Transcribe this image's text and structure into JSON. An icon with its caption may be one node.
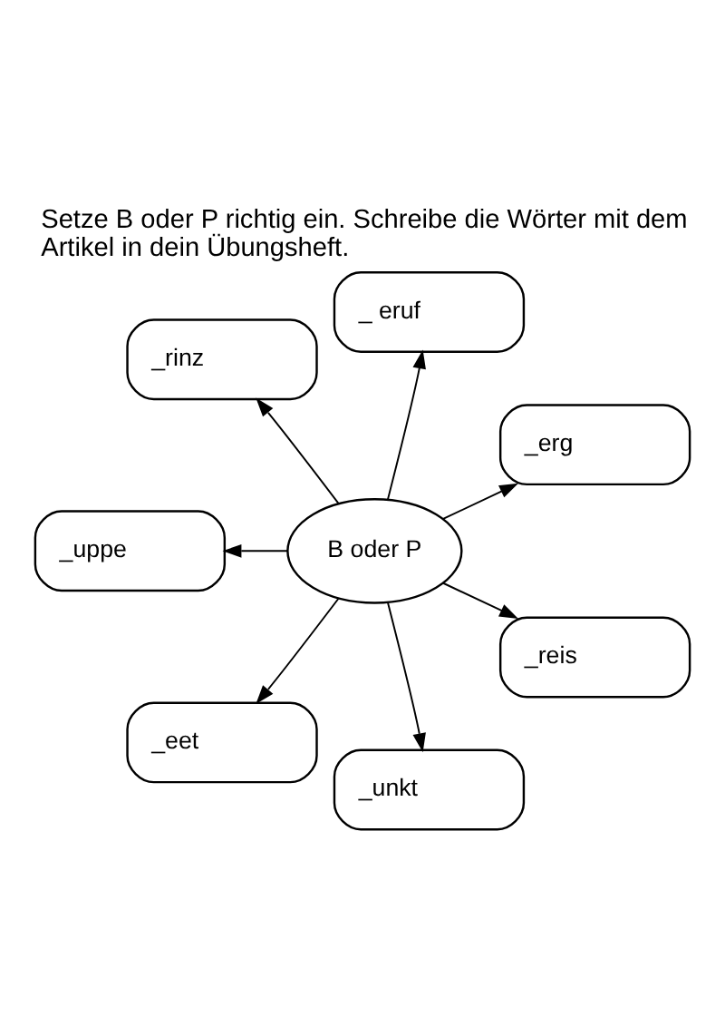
{
  "diagram": {
    "title": "Setze B oder P richtig ein. Schreibe die Wörter mit dem Artikel in dein Übungsheft.",
    "nodes": [
      {
        "text": [
          "_rinz"
        ]
      },
      {
        "text": [
          "_ eruf"
        ]
      },
      {
        "text": [
          "_uppe"
        ]
      },
      {
        "text": [
          "B oder P"
        ]
      },
      {
        "text": [
          "_erg"
        ]
      },
      {
        "text": [
          "_reis"
        ]
      },
      {
        "text": [
          "_eet"
        ]
      },
      {
        "text": [
          "_unkt"
        ]
      }
    ],
    "edges": [
      {
        "from": 3,
        "to": 0,
        "arrow": "to"
      },
      {
        "from": 3,
        "to": 1,
        "arrow": "to"
      },
      {
        "from": 3,
        "to": 4,
        "arrow": "to"
      },
      {
        "from": 3,
        "to": 5,
        "arrow": "to"
      },
      {
        "from": 3,
        "to": 7,
        "arrow": "to"
      },
      {
        "from": 3,
        "to": 6,
        "arrow": "to"
      },
      {
        "from": 3,
        "to": 2,
        "arrow": "to"
      }
    ]
  }
}
